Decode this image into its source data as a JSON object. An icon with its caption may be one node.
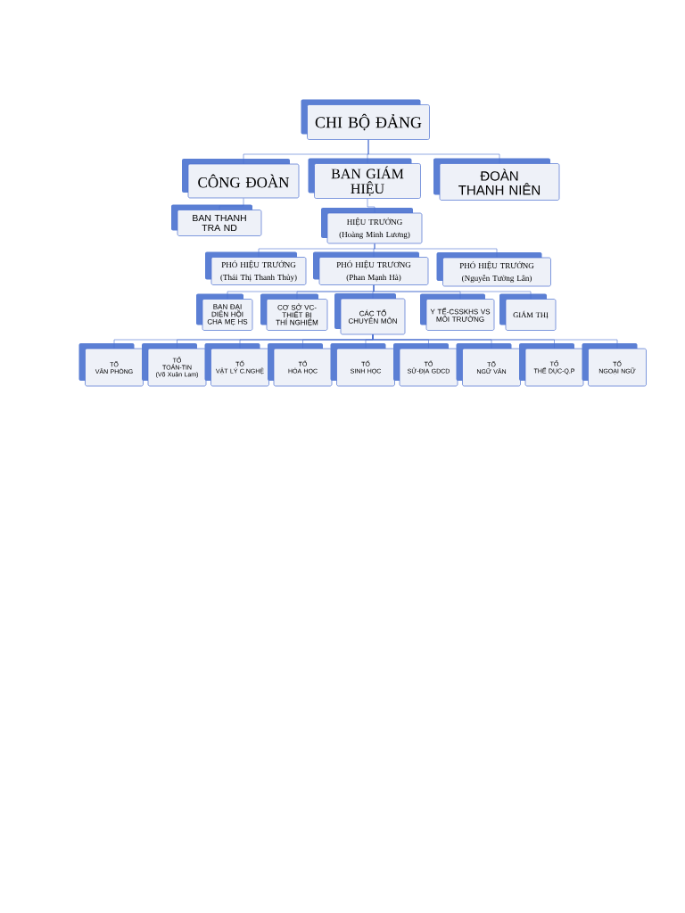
{
  "diagram": {
    "nodes": [
      {
        "text": [
          "CHI BỘ ĐẢNG"
        ]
      },
      {
        "text": [
          "CÔNG ĐOÀN"
        ]
      },
      {
        "text": [
          "BAN GIÁM HIỆU"
        ]
      },
      {
        "text": [
          "ĐOÀN THANH NIÊN"
        ]
      },
      {
        "text": [
          "BAN THANH TRA ND"
        ]
      },
      {
        "text": [
          "HIỆU TRƯỞNG",
          "(Hoàng Minh Lương)"
        ]
      },
      {
        "text": [
          "PHÓ HIỆU TRƯỞNG",
          "(Thái Thị Thanh Thủy)"
        ]
      },
      {
        "text": [
          "PHÓ HIỆU TRƯƠNG",
          "(Phan Mạnh Hà)"
        ]
      },
      {
        "text": [
          "PHÓ HIỆU TRƯỞNG",
          "(Nguyễn Tường Lân)"
        ]
      },
      {
        "text": [
          "BAN ĐẠI DIỆN HỘI CHA MẸ HS"
        ]
      },
      {
        "text": [
          "CƠ SỞ VC-THIẾT BỊ THÍ NGHIỆM"
        ]
      },
      {
        "text": [
          "CÁC TỔ CHUYÊN MÔN"
        ]
      },
      {
        "text": [
          "Y TẾ-CSSKHS VS MÔI TRƯỜNG"
        ]
      },
      {
        "text": [
          "GIÁM THỊ"
        ]
      },
      {
        "text": [
          "TỔ",
          "VĂN PHÒNG"
        ]
      },
      {
        "text": [
          "TỔ",
          "TOÁN-TIN",
          "(Võ Xuân Lam)"
        ]
      },
      {
        "text": [
          "TỔ",
          "VẬT LÝ C.NGHỆ"
        ]
      },
      {
        "text": [
          "TỔ",
          "HÓA HỌC"
        ]
      },
      {
        "text": [
          "TỔ",
          "SINH HỌC"
        ]
      },
      {
        "text": [
          "TỔ",
          "SỬ-ĐỊA GDCD"
        ]
      },
      {
        "text": [
          "TỔ",
          "NGỮ VĂN"
        ]
      },
      {
        "text": [
          "TỔ",
          "THỂ DỤC-Q.P"
        ]
      },
      {
        "text": [
          "TỔ",
          "NGOẠI NGỮ"
        ]
      }
    ],
    "edges": [
      {
        "from": 0,
        "to": 1,
        "arrow": "none"
      },
      {
        "from": 0,
        "to": 2,
        "arrow": "none"
      },
      {
        "from": 0,
        "to": 3,
        "arrow": "none"
      },
      {
        "from": 1,
        "to": 4,
        "arrow": "none"
      },
      {
        "from": 2,
        "to": 5,
        "arrow": "none"
      },
      {
        "from": 5,
        "to": 6,
        "arrow": "none"
      },
      {
        "from": 5,
        "to": 7,
        "arrow": "none"
      },
      {
        "from": 5,
        "to": 8,
        "arrow": "none"
      },
      {
        "from": 7,
        "to": 9,
        "arrow": "none"
      },
      {
        "from": 7,
        "to": 10,
        "arrow": "none"
      },
      {
        "from": 7,
        "to": 11,
        "arrow": "none"
      },
      {
        "from": 7,
        "to": 12,
        "arrow": "none"
      },
      {
        "from": 7,
        "to": 13,
        "arrow": "none"
      },
      {
        "from": 11,
        "to": 14,
        "arrow": "none"
      },
      {
        "from": 11,
        "to": 15,
        "arrow": "none"
      },
      {
        "from": 11,
        "to": 16,
        "arrow": "none"
      },
      {
        "from": 11,
        "to": 17,
        "arrow": "none"
      },
      {
        "from": 11,
        "to": 18,
        "arrow": "none"
      },
      {
        "from": 11,
        "to": 19,
        "arrow": "none"
      },
      {
        "from": 11,
        "to": 20,
        "arrow": "none"
      },
      {
        "from": 11,
        "to": 21,
        "arrow": "none"
      },
      {
        "from": 11,
        "to": 22,
        "arrow": "none"
      }
    ]
  }
}
